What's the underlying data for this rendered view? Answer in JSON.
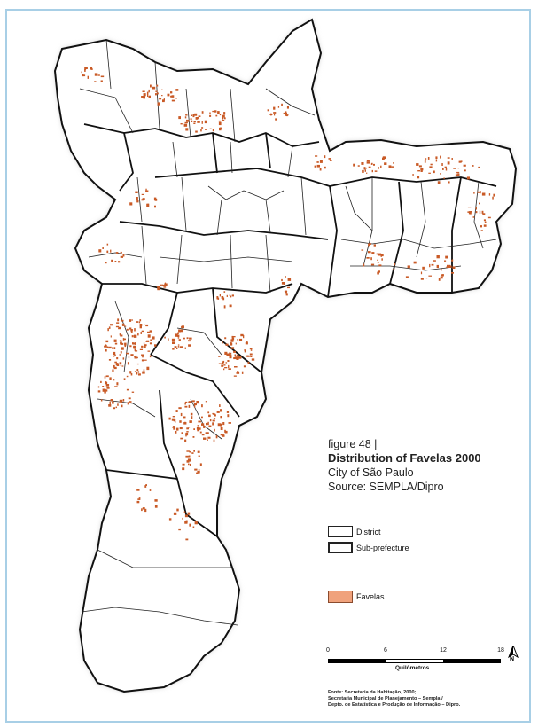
{
  "caption": {
    "figure_number": "figure 48 |",
    "title": "Distribution of Favelas 2000",
    "city": "City of São Paulo",
    "source": "Source: SEMPLA/Dipro"
  },
  "legend": {
    "district": "District",
    "subprefecture": "Sub-prefecture",
    "favelas": "Favelas"
  },
  "scale": {
    "ticks": [
      "0",
      "6",
      "12",
      "18"
    ],
    "unit": "Quilômetros"
  },
  "north_label": "N",
  "footnote": {
    "line1": "Fonte: Secretaria da Habitação, 2000;",
    "line2": "Secretaria Municipal de Planejamento – Sempla /",
    "line3": "Depto. de Estatística e Produção de Informação – Dipro."
  },
  "colors": {
    "favela": "#c95a26",
    "favela_legend": "#f0a27c",
    "outline": "#111111",
    "halo": "#d9d9d9",
    "frame": "#a8cfe6"
  }
}
